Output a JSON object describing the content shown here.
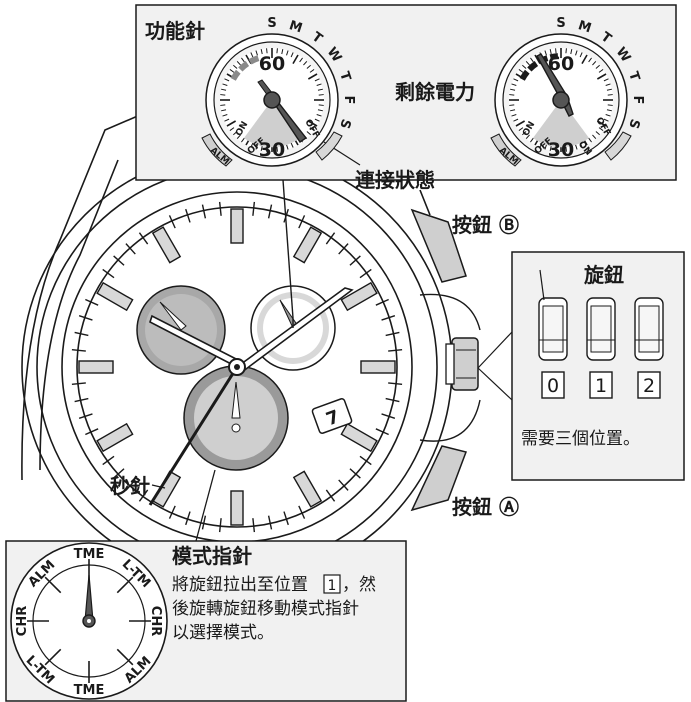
{
  "callouts": {
    "function_hand_label": "功能針",
    "battery_label": "剩餘電力",
    "connection_label": "連接狀態",
    "button_b_label": "按鈕 Ⓑ",
    "button_a_label": "按鈕 Ⓐ",
    "crown_label": "旋鈕",
    "crown_positions": [
      "0",
      "1",
      "2"
    ],
    "crown_note": "需要三個位置。",
    "seconds_hand_label": "秒針",
    "mode_hand": {
      "title": "模式指針",
      "line1": "將旋鈕拉出至位置 ",
      "line1_box": "1",
      "line1_end": "，然",
      "line2": "後旋轉旋鈕移動模式指針",
      "line3": "以選擇模式。"
    }
  },
  "function_dial": {
    "days": [
      "S",
      "M",
      "T",
      "W",
      "T",
      "F",
      "S"
    ],
    "top_number": "60",
    "bottom_number": "30",
    "on_label": "ON",
    "off_label_inner": "OFF",
    "off_label_outer": "OFF",
    "alm_label": "ALM"
  },
  "battery_dial": {
    "days": [
      "S",
      "M",
      "T",
      "W",
      "T",
      "F",
      "S"
    ],
    "top_number": "60",
    "bottom_number": "30",
    "on_label": "ON",
    "off_label_inner": "OFF",
    "on_label_2": "ON",
    "off_label_2": "OFF",
    "alm_label": "ALM"
  },
  "mode_dial": {
    "labels": [
      "TME",
      "L-TM",
      "CHR",
      "ALM",
      "TME",
      "L-TM",
      "CHR",
      "ALM"
    ]
  },
  "date_window": "7",
  "colors": {
    "line": "#1a1a1a",
    "panel": "#f1f1f1",
    "gray_subdial": "#9a9a9a",
    "light_gray": "#d0d0d0"
  }
}
